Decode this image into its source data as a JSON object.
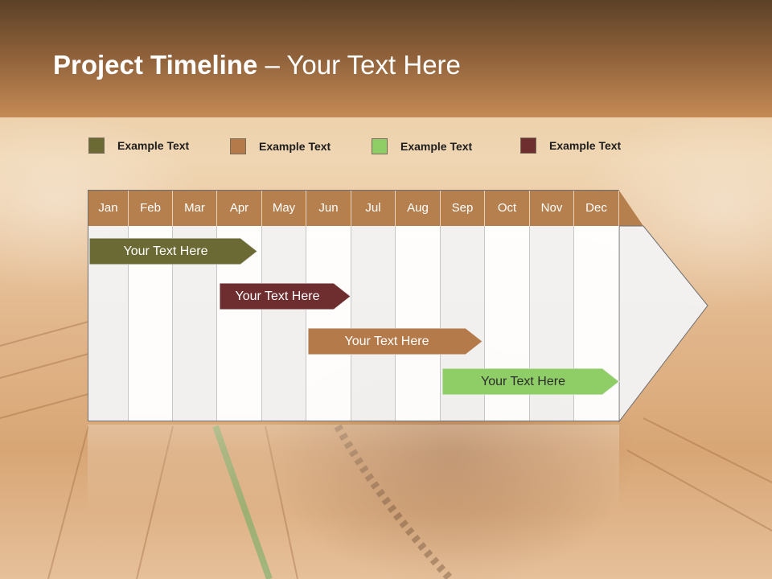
{
  "header": {
    "title_bold": "Project Timeline",
    "title_rest": " – Your Text Here"
  },
  "legend": [
    {
      "label": "Example Text",
      "color": "#6b6a35"
    },
    {
      "label": "Example Text",
      "color": "#b57a4a"
    },
    {
      "label": "Example Text",
      "color": "#8fcd67"
    },
    {
      "label": "Example Text",
      "color": "#6e2e2f"
    }
  ],
  "months": [
    "Jan",
    "Feb",
    "Mar",
    "Apr",
    "May",
    "Jun",
    "Jul",
    "Aug",
    "Sep",
    "Oct",
    "Nov",
    "Dec"
  ],
  "tasks": [
    {
      "label": "Your  Text Here",
      "color": "#6b6a35"
    },
    {
      "label": "Your  Text Here",
      "color": "#6e2e2f"
    },
    {
      "label": "Your  Text Here",
      "color": "#b57a4a"
    },
    {
      "label": "Your  Text Here",
      "color": "#8fcd67"
    }
  ],
  "colors": {
    "header_bar": "#b5804e",
    "accent": "#b5804e"
  }
}
